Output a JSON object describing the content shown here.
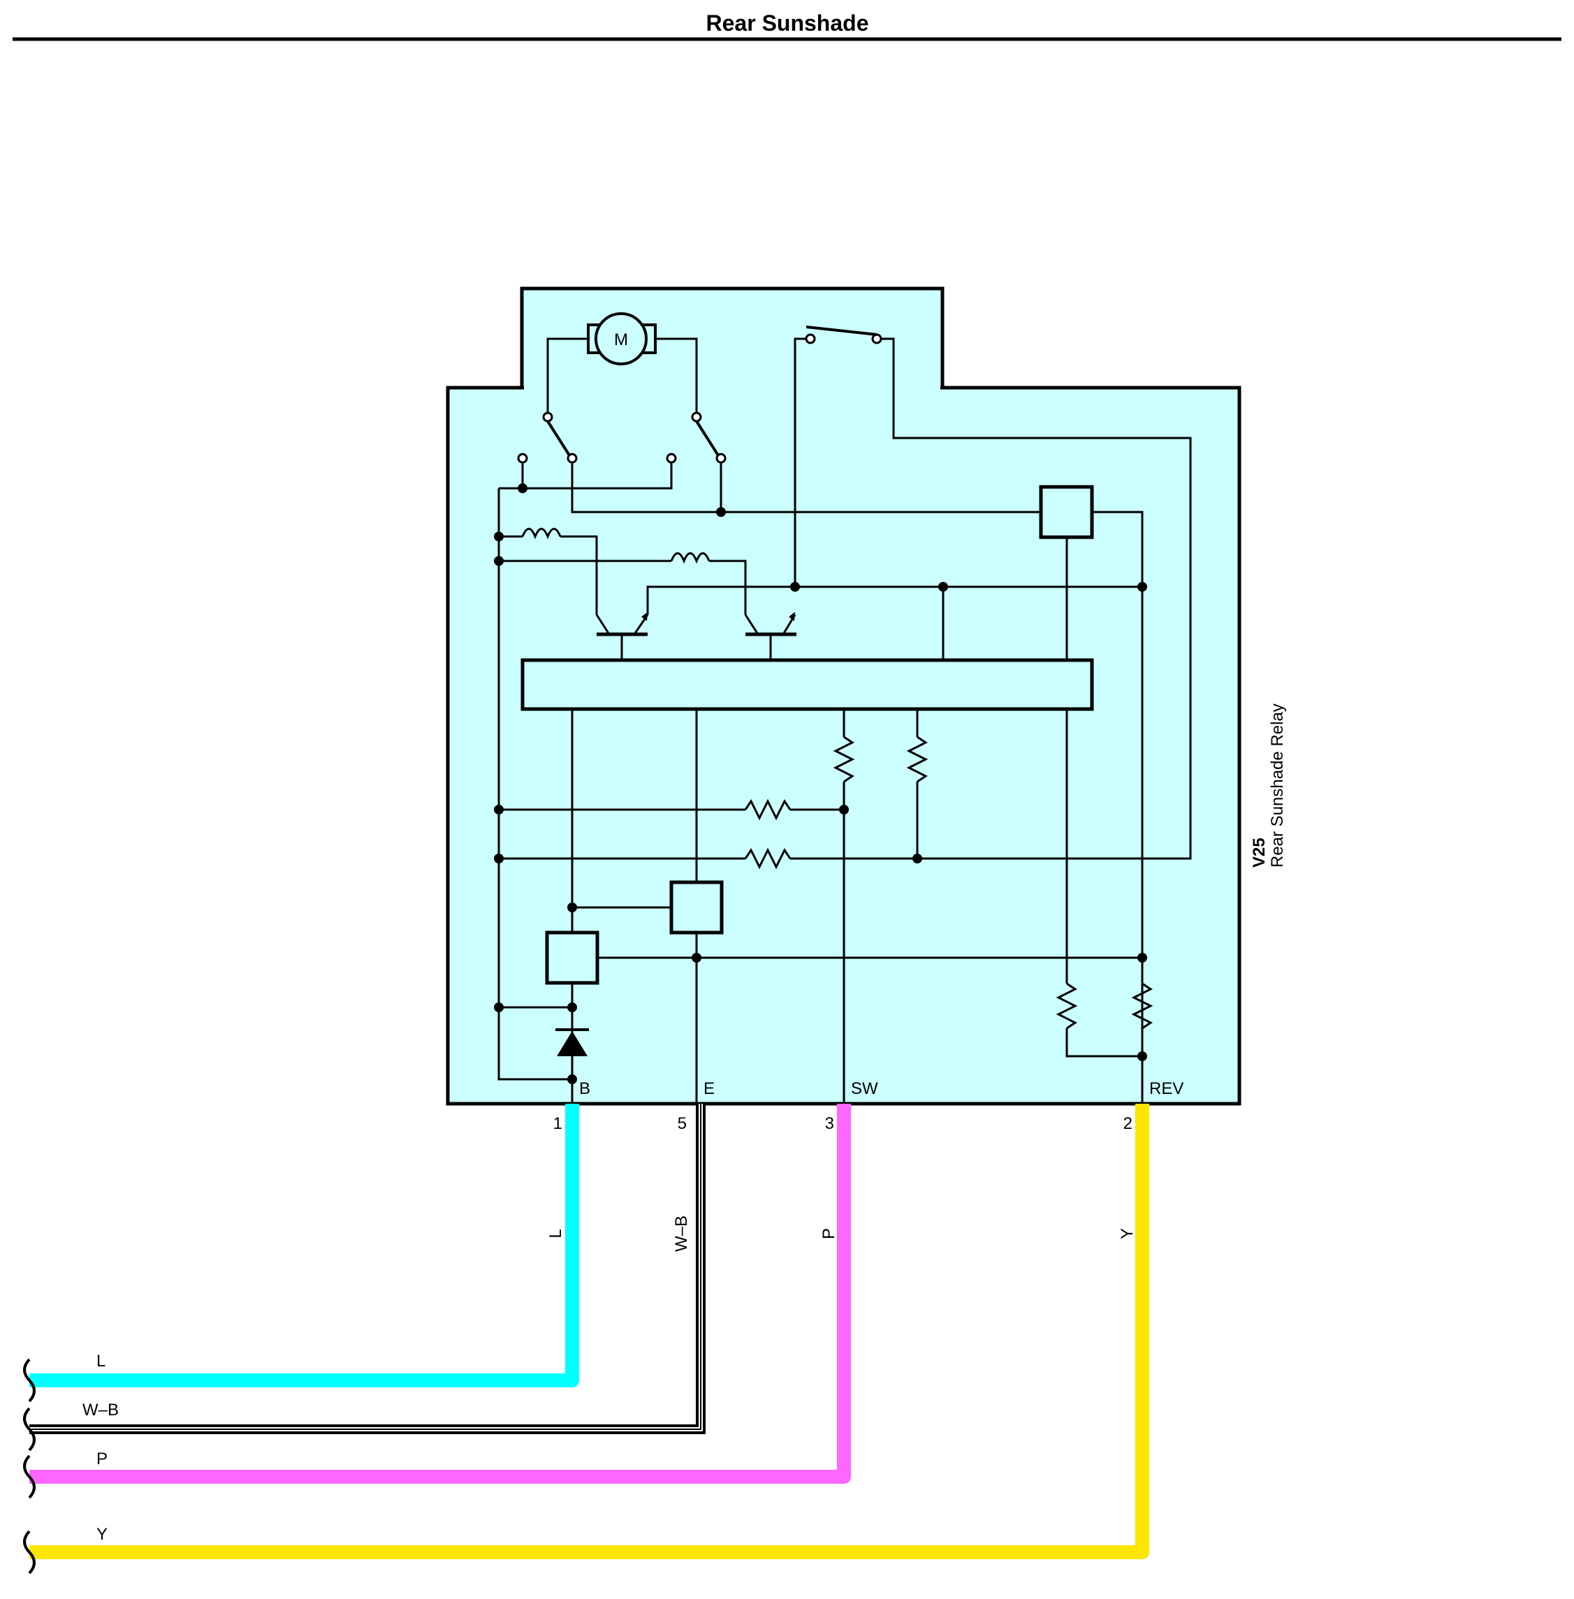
{
  "title": "Rear Sunshade",
  "connector": {
    "code": "V25",
    "name": "Rear Sunshade Relay"
  },
  "motor_label": "M",
  "terminals": [
    {
      "name": "B",
      "pin": "1",
      "wire": "L"
    },
    {
      "name": "E",
      "pin": "5",
      "wire": "W–B"
    },
    {
      "name": "SW",
      "pin": "3",
      "wire": "P"
    },
    {
      "name": "REV",
      "pin": "2",
      "wire": "Y"
    }
  ],
  "harness_labels": [
    "L",
    "W–B",
    "P",
    "Y"
  ],
  "colors": {
    "L": "#00ffff",
    "W-B": "#000000",
    "P": "#ff66ff",
    "Y": "#ffe600",
    "relay_fill": "#ccffff"
  }
}
